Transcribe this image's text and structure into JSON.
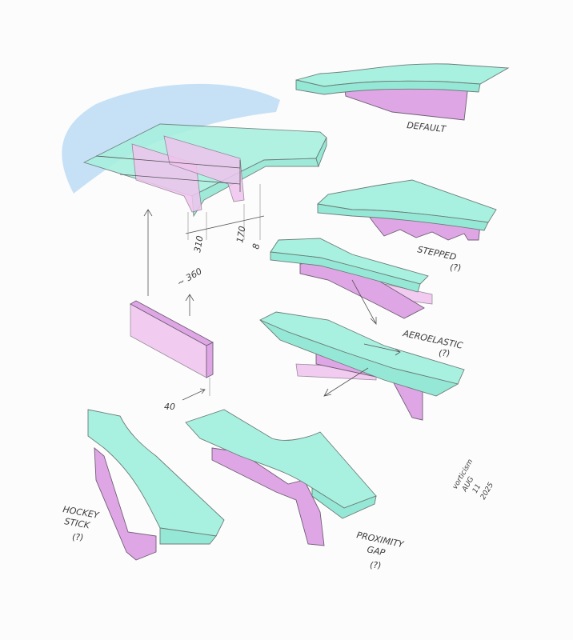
{
  "labels": {
    "default": "DEFAULT",
    "stepped": "STEPPED",
    "stepped_q": "(?)",
    "aeroelastic": "AEROELASTIC",
    "aeroelastic_q": "(?)",
    "hockey_1": "HOCKEY",
    "hockey_2": "STICK",
    "hockey_q": "(?)",
    "proximity_1": "PROXIMITY",
    "proximity_2": "GAP",
    "proximity_q": "(?)"
  },
  "dimensions": {
    "d310": "310",
    "d170": "170",
    "d8": "8",
    "d360": "~ 360",
    "d40": "40"
  },
  "signature": {
    "line1": "vorticism",
    "line2": "AUG",
    "line3": "11",
    "line4": "2025"
  },
  "colors": {
    "mint": "#a8f0e0",
    "lilac": "#dfa6e6",
    "sky": "#bcdcf4"
  }
}
